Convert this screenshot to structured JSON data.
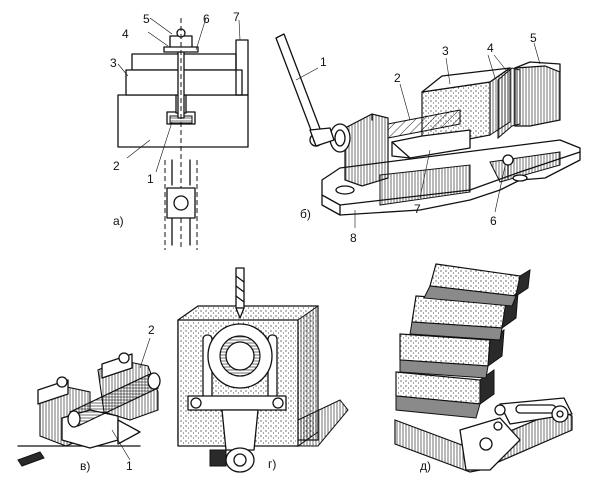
{
  "figures": {
    "a": {
      "caption": "а)",
      "callouts": [
        "1",
        "2",
        "3",
        "4",
        "5",
        "6",
        "7"
      ]
    },
    "b": {
      "caption": "б)",
      "callouts": [
        "1",
        "2",
        "3",
        "4",
        "5",
        "6",
        "7",
        "8"
      ]
    },
    "v": {
      "caption": "в)",
      "callouts": [
        "1",
        "2"
      ]
    },
    "g": {
      "caption": "г)"
    },
    "d": {
      "caption": "д)"
    }
  },
  "colors": {
    "ink": "#111111",
    "paper": "#ffffff"
  }
}
